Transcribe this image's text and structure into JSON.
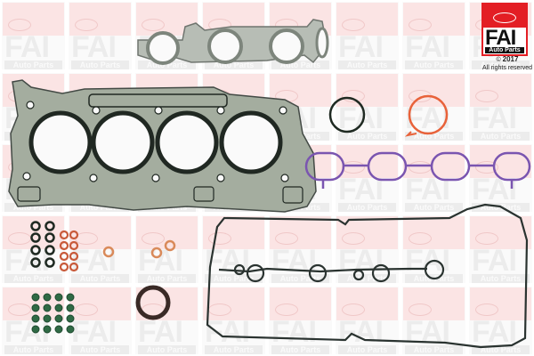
{
  "watermark": {
    "brand": "FAI",
    "subtitle": "Auto Parts",
    "columns": 8,
    "rows": 5
  },
  "logo": {
    "brand": "FAI",
    "subtitle": "Auto Parts",
    "brand_color": "#e31e24"
  },
  "copyright": {
    "symbol": "©",
    "year": "2017",
    "notice": "All rights reserved"
  },
  "parts": [
    {
      "name": "exhaust-manifold-gasket",
      "color": "#9aa39a"
    },
    {
      "name": "cylinder-head-gasket",
      "color": "#8e9a90"
    },
    {
      "name": "black-o-ring",
      "color": "#1f2a22"
    },
    {
      "name": "orange-seal-ring",
      "color": "#e8623a"
    },
    {
      "name": "intake-manifold-gasket",
      "color": "#7a55b0"
    },
    {
      "name": "valve-cover-gasket",
      "color": "#2a3330"
    },
    {
      "name": "black-o-rings-set",
      "color": "#1f2a22",
      "count": 8
    },
    {
      "name": "copper-o-rings-set",
      "color": "#c85a3a",
      "count": 8
    },
    {
      "name": "copper-washer",
      "color": "#d98a5a",
      "count": 3
    },
    {
      "name": "valve-stem-seals",
      "color": "#2f6a45",
      "count": 16
    },
    {
      "name": "crankshaft-oil-seal",
      "color": "#3a2a26"
    }
  ]
}
